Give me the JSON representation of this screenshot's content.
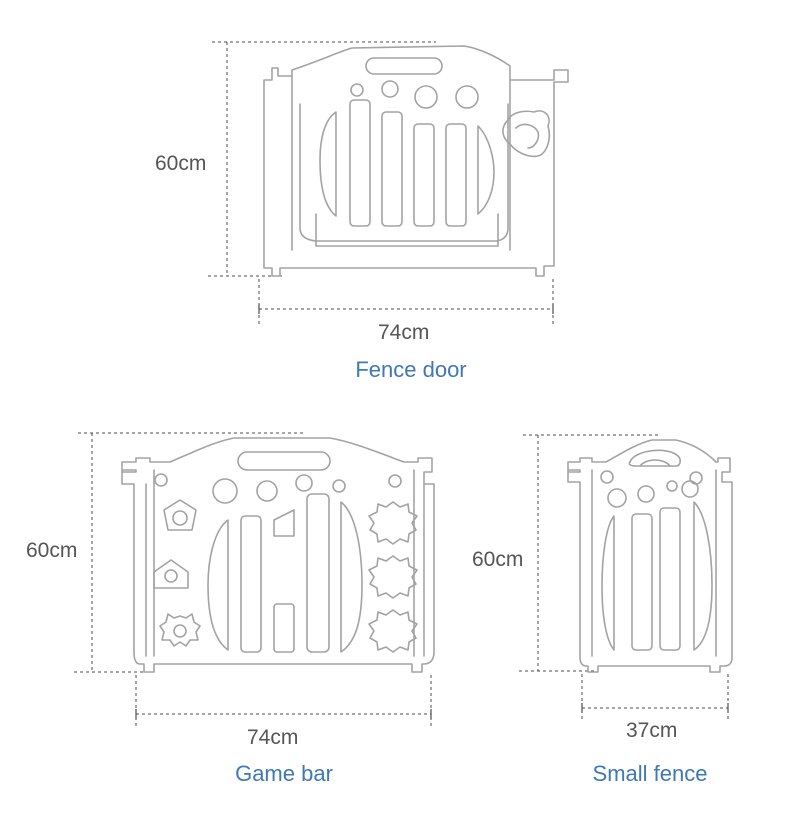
{
  "products": [
    {
      "id": "fence-door",
      "height_label": "60cm",
      "width_label": "74cm",
      "caption": "Fence door"
    },
    {
      "id": "game-bar",
      "height_label": "60cm",
      "width_label": "74cm",
      "caption": "Game bar"
    },
    {
      "id": "small-fence",
      "height_label": "60cm",
      "width_label": "37cm",
      "caption": "Small fence"
    }
  ],
  "colors": {
    "outline": "#a3a3a3",
    "dimension": "#4d4d4d",
    "caption": "#3f78b5",
    "label": "#555555"
  }
}
